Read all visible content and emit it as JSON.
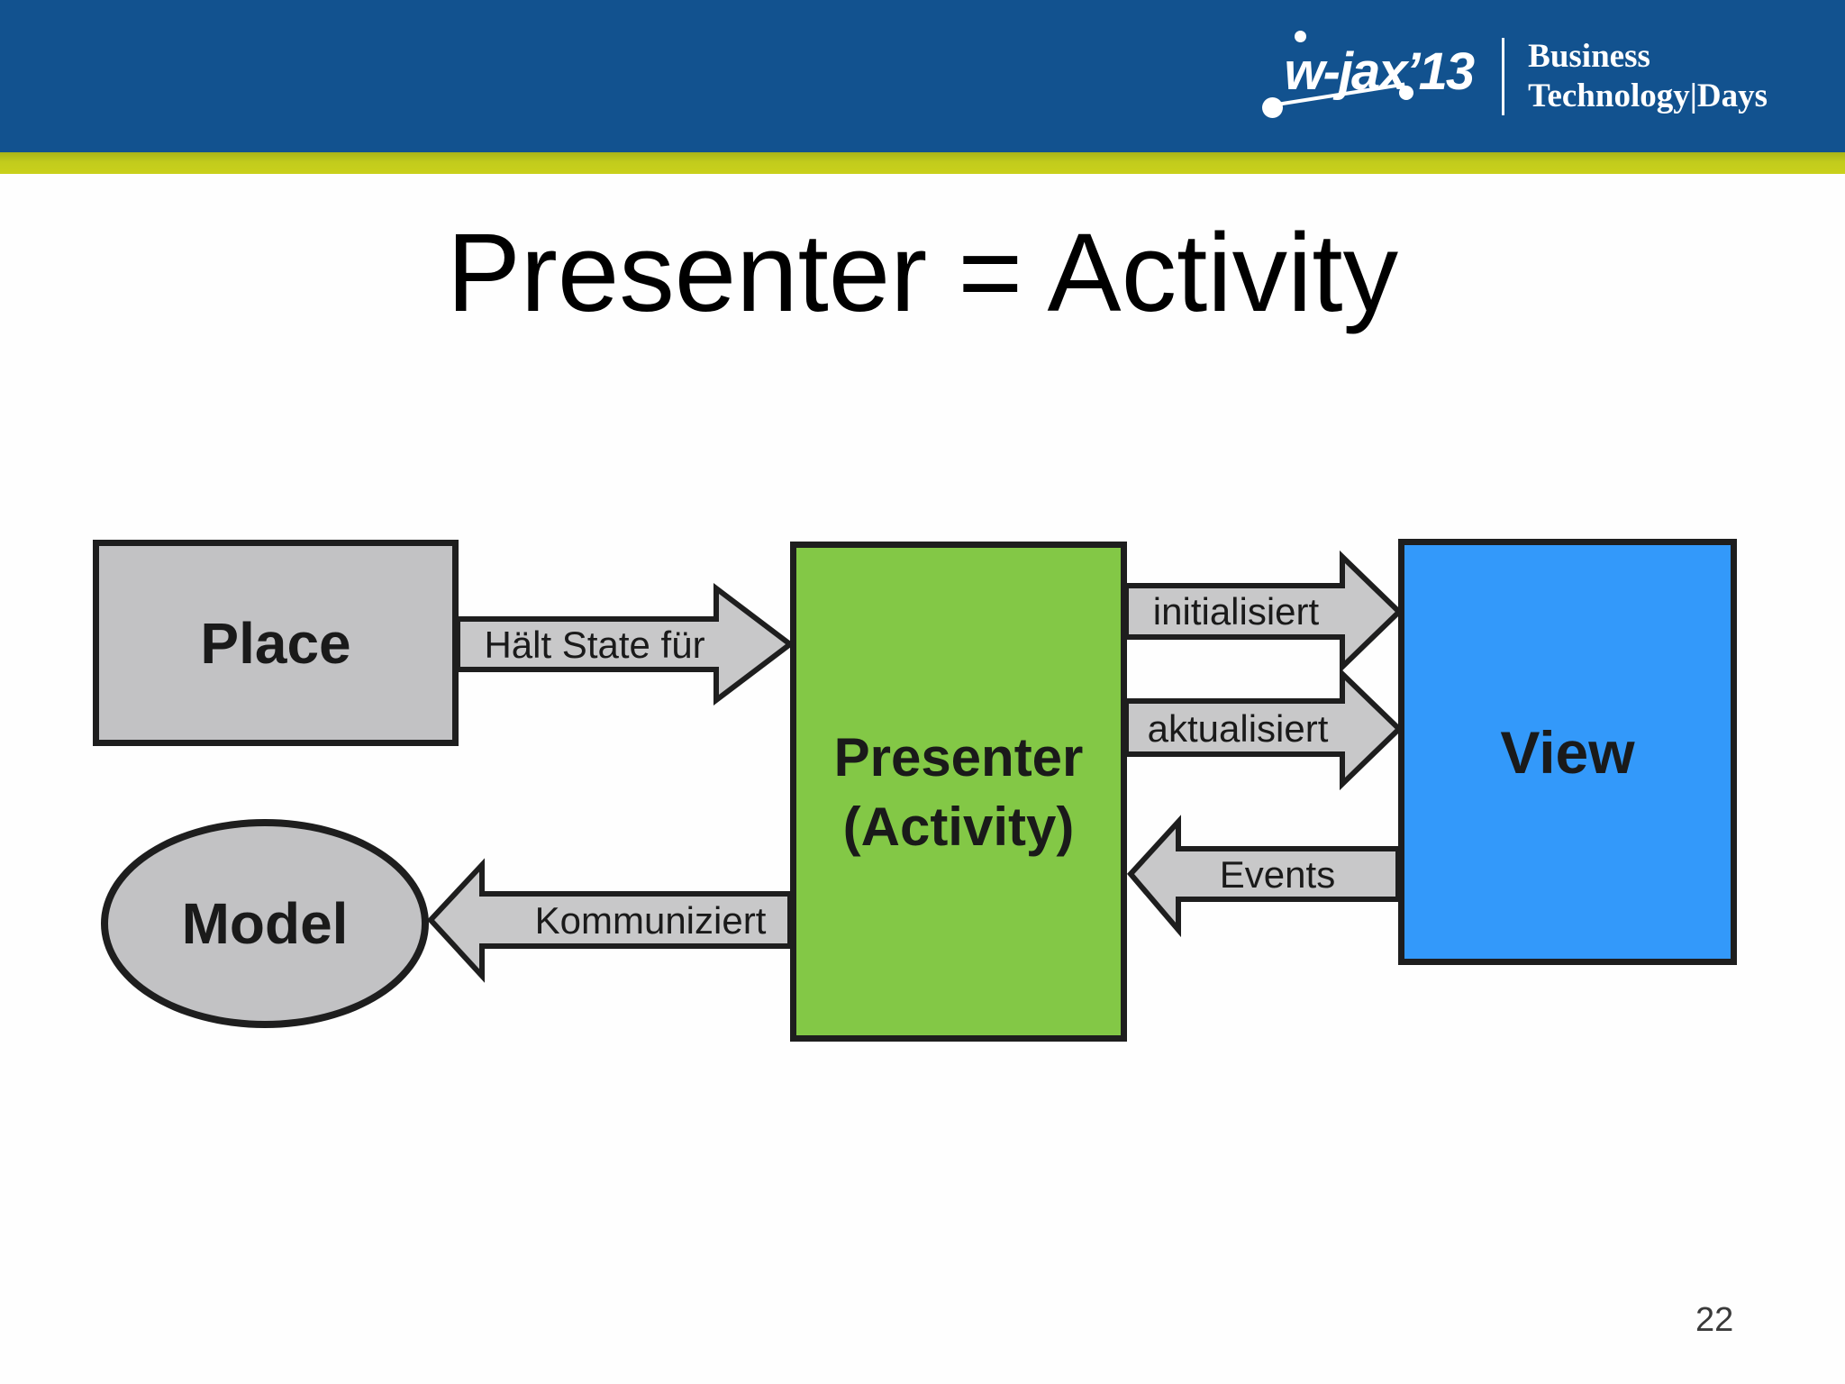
{
  "slide": {
    "title": "Presenter = Activity",
    "page_number": "22"
  },
  "header": {
    "logo_text": "w-jax’13",
    "brand_line1": "Business",
    "brand_line2": "Technology|Days"
  },
  "diagram": {
    "nodes": {
      "place": {
        "label": "Place",
        "shape": "rectangle",
        "fill": "#C2C2C4"
      },
      "model": {
        "label": "Model",
        "shape": "ellipse",
        "fill": "#C2C2C4"
      },
      "presenter": {
        "label_line1": "Presenter",
        "label_line2": "(Activity)",
        "shape": "rectangle",
        "fill": "#83C846"
      },
      "view": {
        "label": "View",
        "shape": "rectangle",
        "fill": "#3399FA"
      }
    },
    "edges": {
      "halt_state_fuer": {
        "label": "Hält State für",
        "from": "Place",
        "to": "Presenter (Activity)",
        "direction": "right"
      },
      "initialisiert": {
        "label": "initialisiert",
        "from": "Presenter (Activity)",
        "to": "View",
        "direction": "right"
      },
      "aktualisiert": {
        "label": "aktualisiert",
        "from": "Presenter (Activity)",
        "to": "View",
        "direction": "right"
      },
      "events": {
        "label": "Events",
        "from": "View",
        "to": "Presenter (Activity)",
        "direction": "left"
      },
      "kommuniziert": {
        "label": "Kommuniziert",
        "from": "Presenter (Activity)",
        "to": "Model",
        "direction": "left"
      }
    }
  },
  "colors": {
    "header_blue": "#12528F",
    "stripe_green": "#C2CC1C",
    "node_gray": "#C2C2C4",
    "presenter_green": "#83C846",
    "view_blue": "#3399FA",
    "arrow_gray": "#C8C8C9",
    "border_dark": "#1E1E1E"
  }
}
